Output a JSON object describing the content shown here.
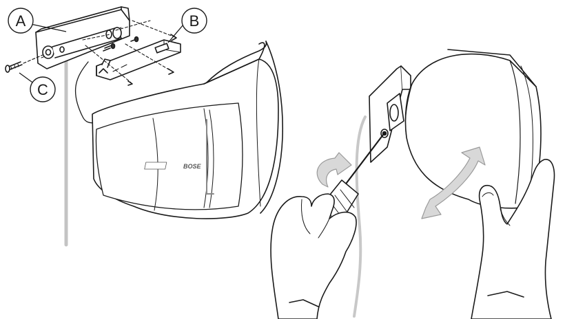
{
  "callouts": {
    "a": "A",
    "b": "B",
    "c": "C"
  },
  "brand_logo": "BOSE",
  "colors": {
    "line": "#1a1a1a",
    "wall_cable": "#c4c4c4",
    "arrow_fill": "#d8d8d8",
    "background": "#ffffff"
  },
  "icons": [
    "screwdriver-icon",
    "rotate-arrow-icon",
    "tilt-arrow-icon",
    "screw-icon"
  ]
}
